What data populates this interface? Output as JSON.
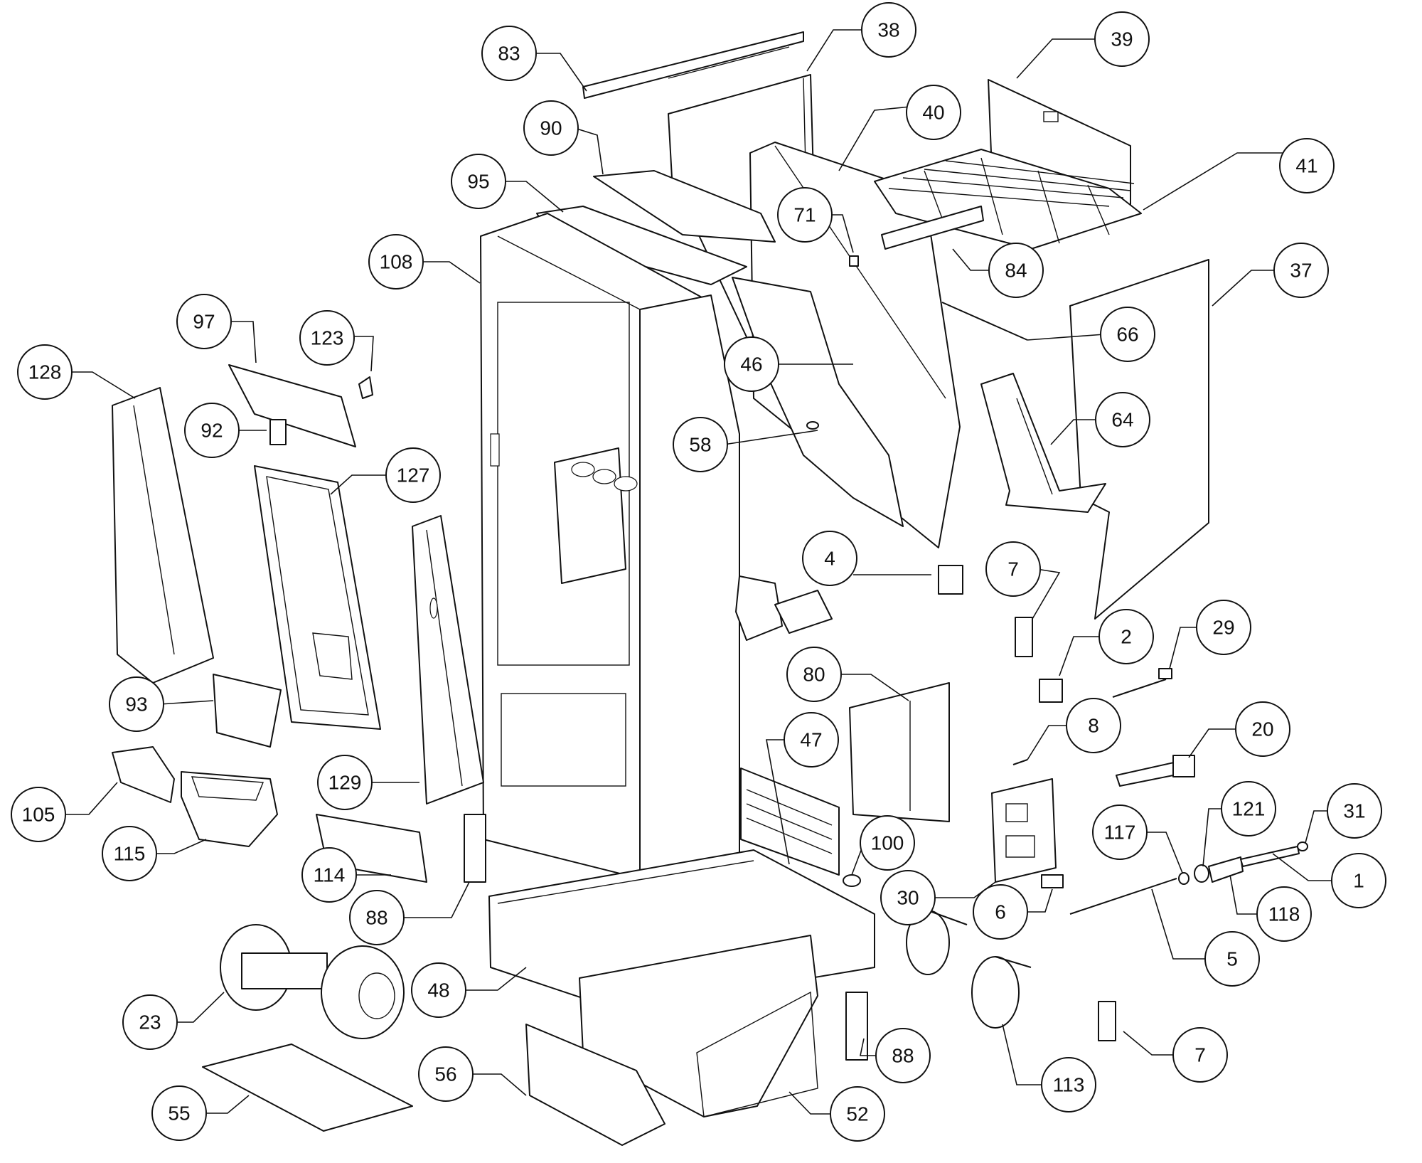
{
  "callouts": [
    {
      "id": "c83",
      "label": "83"
    },
    {
      "id": "c38",
      "label": "38"
    },
    {
      "id": "c39",
      "label": "39"
    },
    {
      "id": "c90",
      "label": "90"
    },
    {
      "id": "c40",
      "label": "40"
    },
    {
      "id": "c41",
      "label": "41"
    },
    {
      "id": "c95",
      "label": "95"
    },
    {
      "id": "c71",
      "label": "71"
    },
    {
      "id": "c108",
      "label": "108"
    },
    {
      "id": "c84",
      "label": "84"
    },
    {
      "id": "c37",
      "label": "37"
    },
    {
      "id": "c97",
      "label": "97"
    },
    {
      "id": "c123",
      "label": "123"
    },
    {
      "id": "c66",
      "label": "66"
    },
    {
      "id": "c128",
      "label": "128"
    },
    {
      "id": "c46",
      "label": "46"
    },
    {
      "id": "c92",
      "label": "92"
    },
    {
      "id": "c64",
      "label": "64"
    },
    {
      "id": "c58",
      "label": "58"
    },
    {
      "id": "c127",
      "label": "127"
    },
    {
      "id": "c4",
      "label": "4"
    },
    {
      "id": "c7a",
      "label": "7"
    },
    {
      "id": "c2",
      "label": "2"
    },
    {
      "id": "c29",
      "label": "29"
    },
    {
      "id": "c80",
      "label": "80"
    },
    {
      "id": "c93",
      "label": "93"
    },
    {
      "id": "c8",
      "label": "8"
    },
    {
      "id": "c20",
      "label": "20"
    },
    {
      "id": "c47",
      "label": "47"
    },
    {
      "id": "c129",
      "label": "129"
    },
    {
      "id": "c121",
      "label": "121"
    },
    {
      "id": "c31",
      "label": "31"
    },
    {
      "id": "c105",
      "label": "105"
    },
    {
      "id": "c117",
      "label": "117"
    },
    {
      "id": "c100",
      "label": "100"
    },
    {
      "id": "c115",
      "label": "115"
    },
    {
      "id": "c114",
      "label": "114"
    },
    {
      "id": "c1",
      "label": "1"
    },
    {
      "id": "c30",
      "label": "30"
    },
    {
      "id": "c88a",
      "label": "88"
    },
    {
      "id": "c6",
      "label": "6"
    },
    {
      "id": "c118",
      "label": "118"
    },
    {
      "id": "c5",
      "label": "5"
    },
    {
      "id": "c48",
      "label": "48"
    },
    {
      "id": "c23",
      "label": "23"
    },
    {
      "id": "c7b",
      "label": "7"
    },
    {
      "id": "c88b",
      "label": "88"
    },
    {
      "id": "c113",
      "label": "113"
    },
    {
      "id": "c56",
      "label": "56"
    },
    {
      "id": "c52",
      "label": "52"
    },
    {
      "id": "c55",
      "label": "55"
    }
  ]
}
